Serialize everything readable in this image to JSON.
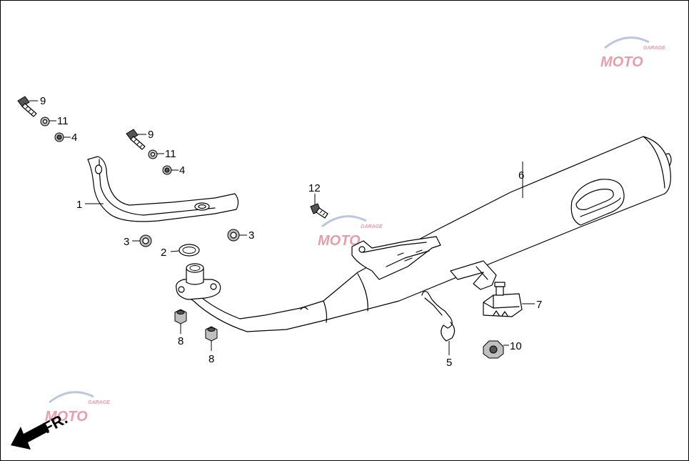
{
  "callouts": {
    "c1": "1",
    "c2": "2",
    "c3a": "3",
    "c3b": "3",
    "c4a": "4",
    "c4b": "4",
    "c5": "5",
    "c6": "6",
    "c7": "7",
    "c8a": "8",
    "c8b": "8",
    "c9a": "9",
    "c9b": "9",
    "c10": "10",
    "c11a": "11",
    "c11b": "11",
    "c12": "12"
  },
  "direction": {
    "label": "FR."
  },
  "watermark": {
    "brand": "MOTO",
    "tagline": "GARAGE",
    "accent": "#c8294a",
    "swoosh": "#3b5ca8"
  }
}
